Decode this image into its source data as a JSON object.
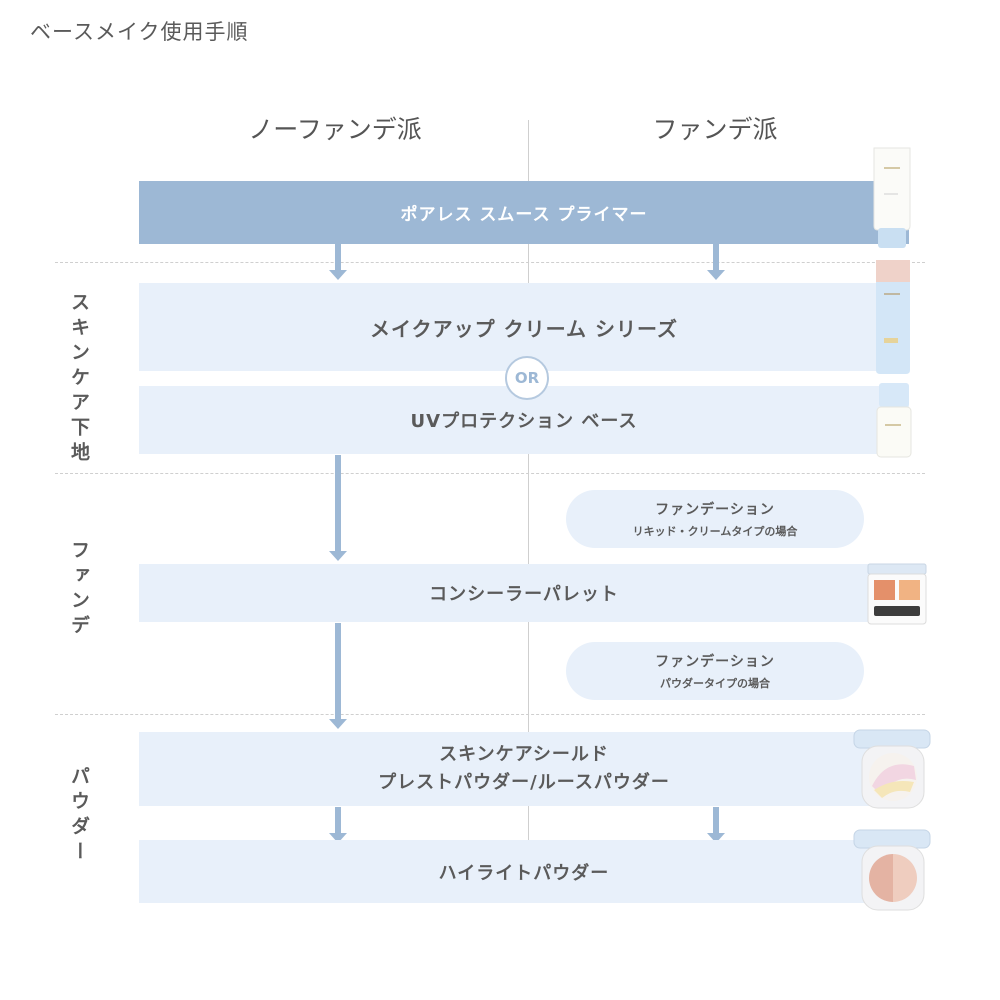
{
  "page_title": "ベースメイク使用手順",
  "columns": {
    "left": "ノーファンデ派",
    "right": "ファンデ派"
  },
  "sections": {
    "skincare_base": "スキンケア下地",
    "foundation": "ファンデ",
    "powder": "パウダー"
  },
  "steps": {
    "primer": "ポアレス スムース プライマー",
    "makeup_cream": "メイクアップ クリーム シリーズ",
    "or_label": "OR",
    "uv_base": "UVプロテクション ベース",
    "foundation_liquid": {
      "line1": "ファンデーション",
      "line2": "リキッド・クリームタイプの場合"
    },
    "concealer": "コンシーラーパレット",
    "foundation_powder": {
      "line1": "ファンデーション",
      "line2": "パウダータイプの場合"
    },
    "skincare_shield": {
      "line1": "スキンケアシールド",
      "line2": "プレストパウダー/ルースパウダー"
    },
    "highlight": "ハイライトパウダー"
  },
  "colors": {
    "accent_dark": "#9db8d5",
    "accent_light": "#e8f0fa",
    "text": "#5a5a5a"
  },
  "icons": [
    "primer-tube-icon",
    "cream-tube-icon",
    "uv-bottle-icon",
    "concealer-palette-icon",
    "powder-compact-icon",
    "highlight-compact-icon"
  ]
}
